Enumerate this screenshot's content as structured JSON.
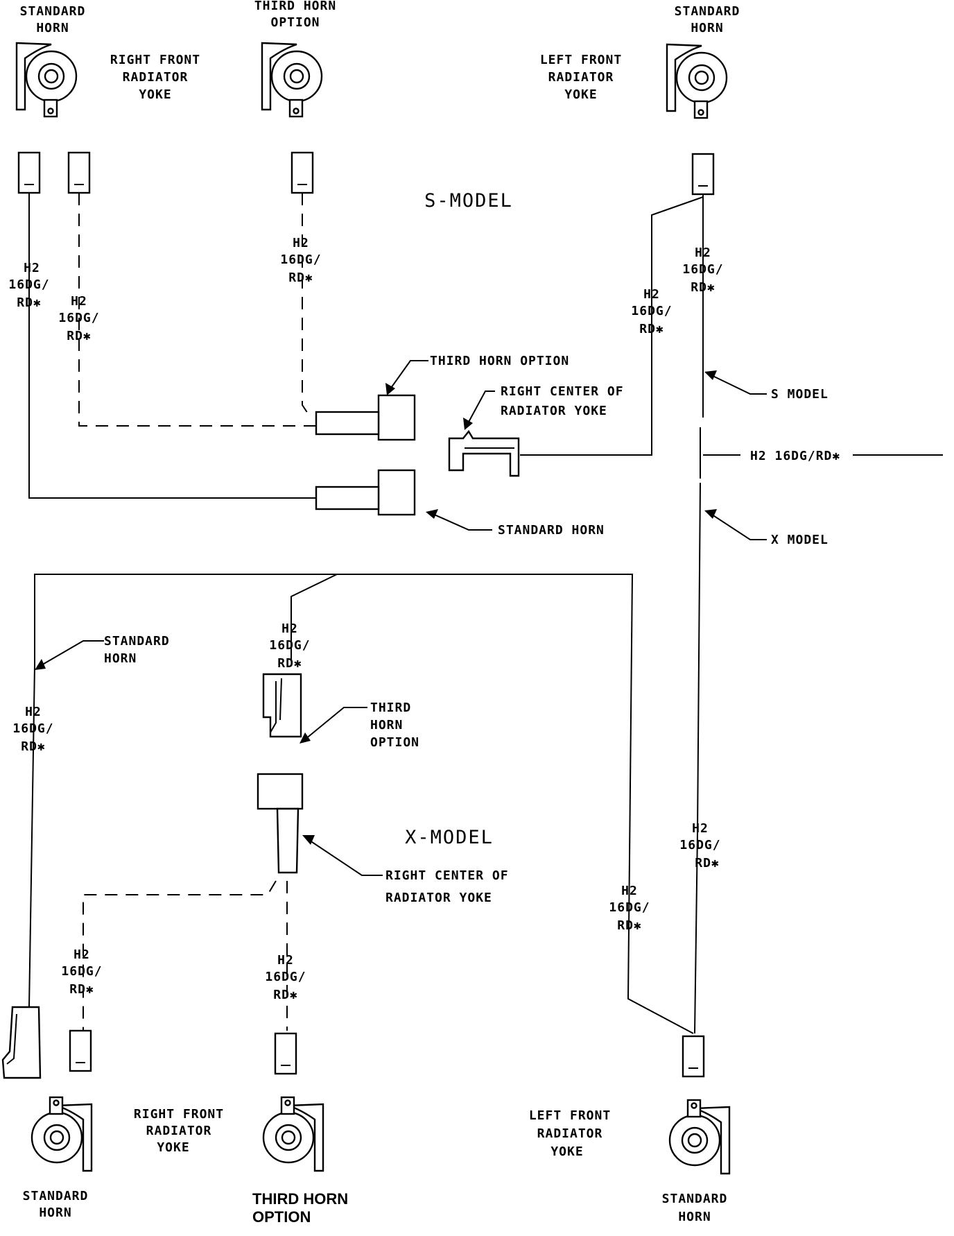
{
  "s_model": {
    "title": "S-MODEL",
    "horn_standard_right": {
      "line1": "STANDARD",
      "line2": "HORN"
    },
    "horn_third": {
      "line1": "THIRD HORN",
      "line2": "OPTION"
    },
    "horn_standard_left": {
      "line1": "STANDARD",
      "line2": "HORN"
    },
    "loc_right_front": {
      "line1": "RIGHT FRONT",
      "line2": "RADIATOR",
      "line3": "YOKE"
    },
    "loc_left_front": {
      "line1": "LEFT FRONT",
      "line2": "RADIATOR",
      "line3": "YOKE"
    },
    "callout_third_horn": "THIRD HORN OPTION",
    "callout_right_center": {
      "line1": "RIGHT CENTER OF",
      "line2": "RADIATOR YOKE"
    },
    "callout_standard_horn": "STANDARD HORN",
    "callout_s_model": "S MODEL",
    "callout_x_model": "X MODEL",
    "splice_wire": "H2 16DG/RD✱"
  },
  "x_model": {
    "title": "X-MODEL",
    "callout_standard_horn": {
      "line1": "STANDARD",
      "line2": "HORN"
    },
    "callout_third_horn": {
      "line1": "THIRD",
      "line2": "HORN",
      "line3": "OPTION"
    },
    "callout_right_center": {
      "line1": "RIGHT CENTER OF",
      "line2": "RADIATOR YOKE"
    },
    "loc_right_front": {
      "line1": "RIGHT FRONT",
      "line2": "RADIATOR",
      "line3": "YOKE"
    },
    "loc_left_front": {
      "line1": "LEFT FRONT",
      "line2": "RADIATOR",
      "line3": "YOKE"
    },
    "horn_standard_right": {
      "line1": "STANDARD",
      "line2": "HORN"
    },
    "horn_third": {
      "line1": "THIRD HORN",
      "line2": "OPTION"
    },
    "horn_standard_left": {
      "line1": "STANDARD",
      "line2": "HORN"
    }
  },
  "wire_label": {
    "line1": "H2",
    "line2": "16DG/",
    "line3": "RD✱"
  }
}
